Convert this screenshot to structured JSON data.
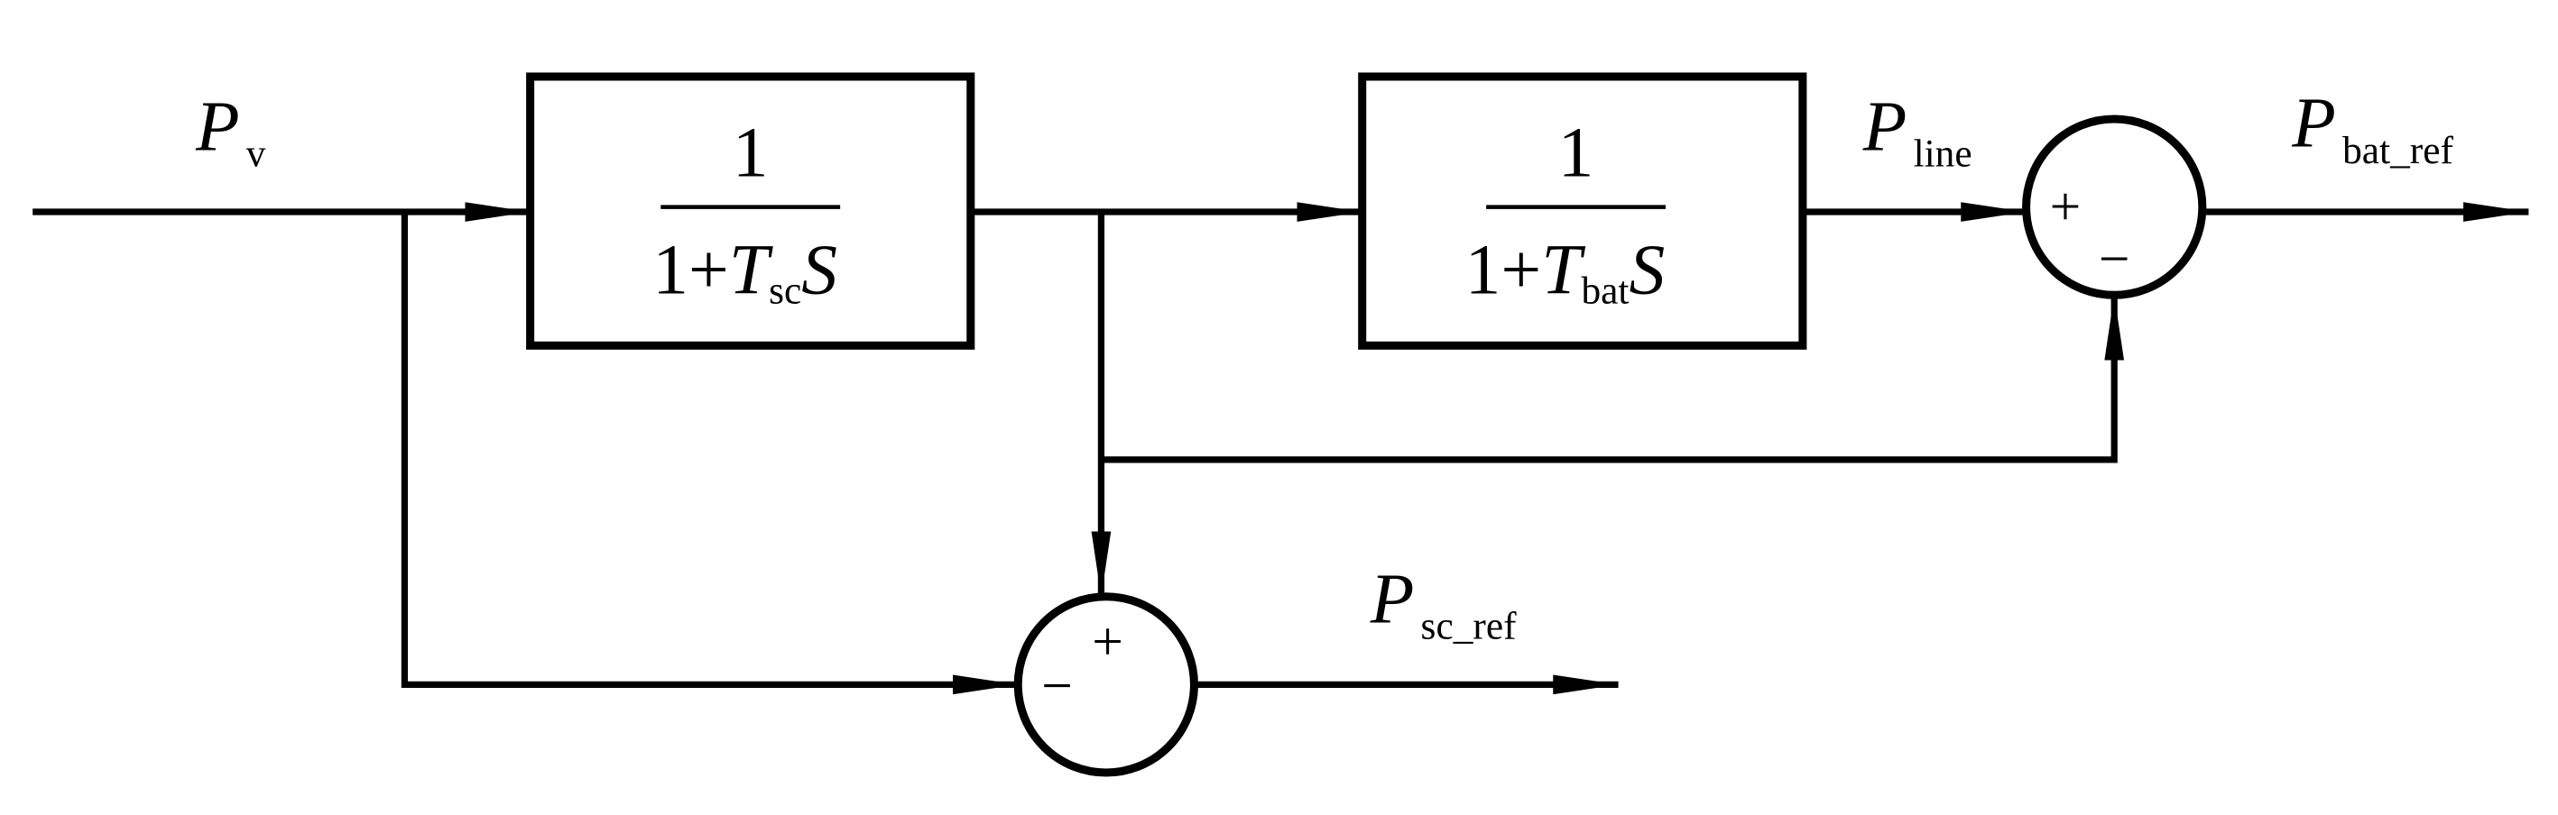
{
  "signals": {
    "input": {
      "symbol": "P",
      "sub": "v"
    },
    "line": {
      "symbol": "P",
      "sub": "line"
    },
    "bat_ref": {
      "symbol": "P",
      "sub": "bat_ref"
    },
    "sc_ref": {
      "symbol": "P",
      "sub": "sc_ref"
    }
  },
  "blocks": [
    {
      "numerator": "1",
      "den_const": "1+",
      "den_var": "T",
      "den_sub": "sc",
      "den_s": "S"
    },
    {
      "numerator": "1",
      "den_const": "1+",
      "den_var": "T",
      "den_sub": "bat",
      "den_s": "S"
    }
  ],
  "sum_bat": {
    "plus": "+",
    "minus": "−"
  },
  "sum_sc": {
    "plus": "+",
    "minus": "−"
  }
}
